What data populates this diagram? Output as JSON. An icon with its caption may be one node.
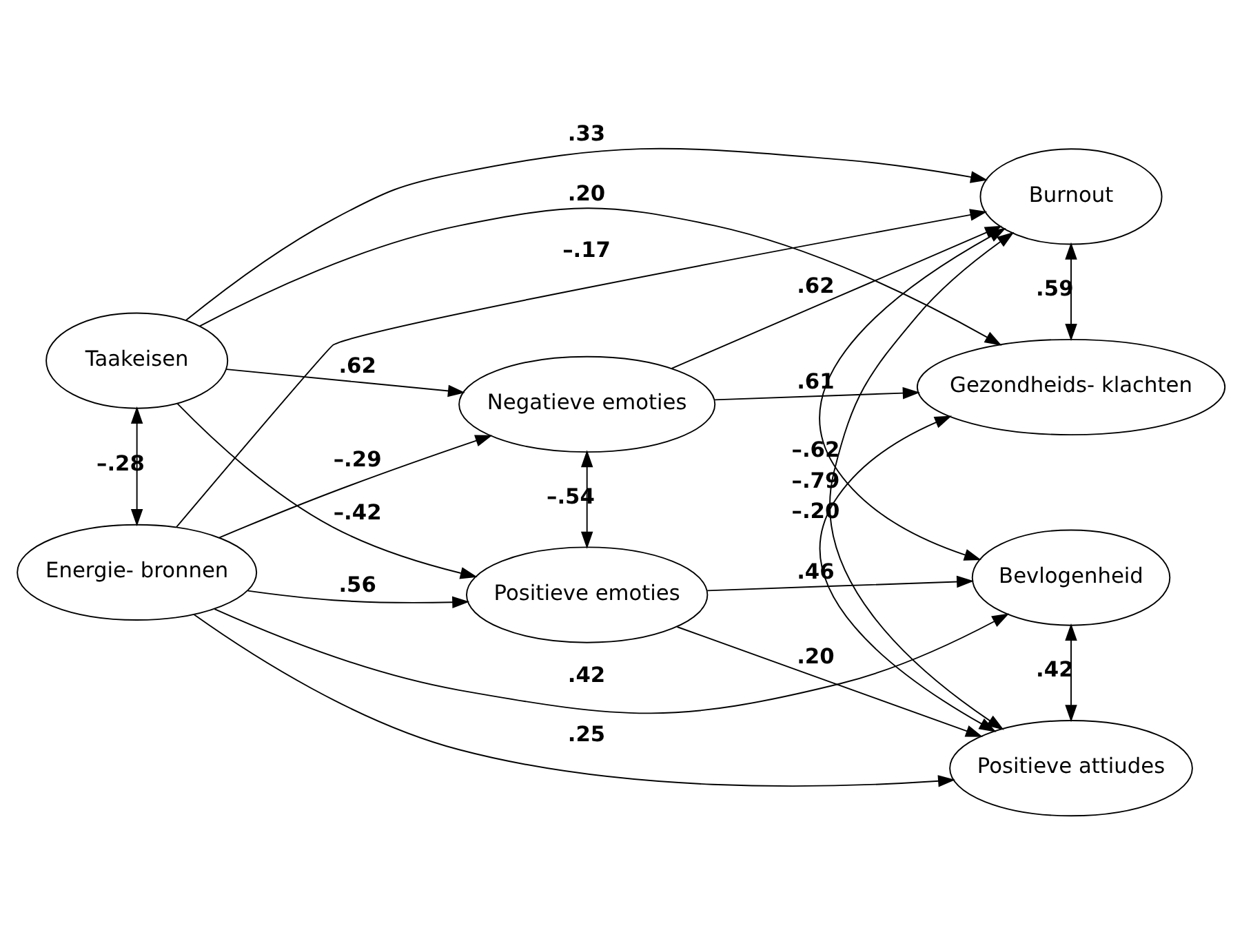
{
  "diagram": {
    "nodes": [
      {
        "text": [
          "Burnout"
        ]
      },
      {
        "text": [
          "Taakeisen"
        ]
      },
      {
        "text": [
          "Negatieve emoties"
        ]
      },
      {
        "text": [
          "Gezondheids- klachten"
        ]
      },
      {
        "text": [
          "Energie- bronnen"
        ]
      },
      {
        "text": [
          "Bevlogenheid"
        ]
      },
      {
        "text": [
          "Positieve emoties"
        ]
      },
      {
        "text": [
          "Positieve attiudes"
        ]
      }
    ],
    "edges": [
      {
        "from": 1,
        "to": 0,
        "arrow": "to",
        "label": ".33"
      },
      {
        "from": 1,
        "to": 2,
        "arrow": "to",
        "label": ".62"
      },
      {
        "from": 2,
        "to": 0,
        "arrow": "to",
        "label": ".62"
      },
      {
        "from": 4,
        "to": 0,
        "arrow": "to",
        "label": "–.17"
      },
      {
        "from": 2,
        "to": 3,
        "arrow": "to",
        "label": ".61"
      },
      {
        "from": 1,
        "to": 3,
        "arrow": "to",
        "label": ".20"
      },
      {
        "from": 1,
        "to": 4,
        "arrow": "both",
        "label": "–.28"
      },
      {
        "from": 4,
        "to": 2,
        "arrow": "to",
        "label": "–.29"
      },
      {
        "from": 1,
        "to": 6,
        "arrow": "to",
        "label": "–.42"
      },
      {
        "from": 2,
        "to": 6,
        "arrow": "both",
        "label": "–.54"
      },
      {
        "from": 4,
        "to": 5,
        "arrow": "to",
        "label": ".42"
      },
      {
        "from": 4,
        "to": 6,
        "arrow": "to",
        "label": ".56"
      },
      {
        "from": 6,
        "to": 5,
        "arrow": "to",
        "label": ".46"
      },
      {
        "from": 4,
        "to": 7,
        "arrow": "to",
        "label": ".25"
      },
      {
        "from": 6,
        "to": 7,
        "arrow": "to",
        "label": ".20"
      },
      {
        "from": 0,
        "to": 3,
        "arrow": "both",
        "label": ".59"
      },
      {
        "from": 0,
        "to": 5,
        "arrow": "both",
        "label": "–.62"
      },
      {
        "from": 0,
        "to": 7,
        "arrow": "both",
        "label": "–.79"
      },
      {
        "from": 3,
        "to": 7,
        "arrow": "both",
        "label": "–.20"
      },
      {
        "from": 5,
        "to": 7,
        "arrow": "both",
        "label": ".42"
      }
    ]
  }
}
